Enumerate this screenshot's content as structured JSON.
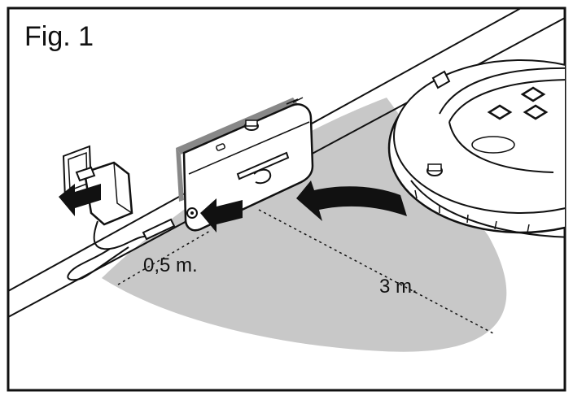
{
  "figure": {
    "title": "Fig. 1",
    "near_distance": "0,5 m.",
    "far_distance": "3 m."
  },
  "colors": {
    "ink": "#111111",
    "zone_fill": "#c8c8c8",
    "paper": "#ffffff"
  },
  "icons": [
    "plug-adapter-icon",
    "wall-outlet-icon",
    "docking-station-icon",
    "robot-vacuum-icon",
    "insert-arrow-icon",
    "return-arrow-icon"
  ]
}
